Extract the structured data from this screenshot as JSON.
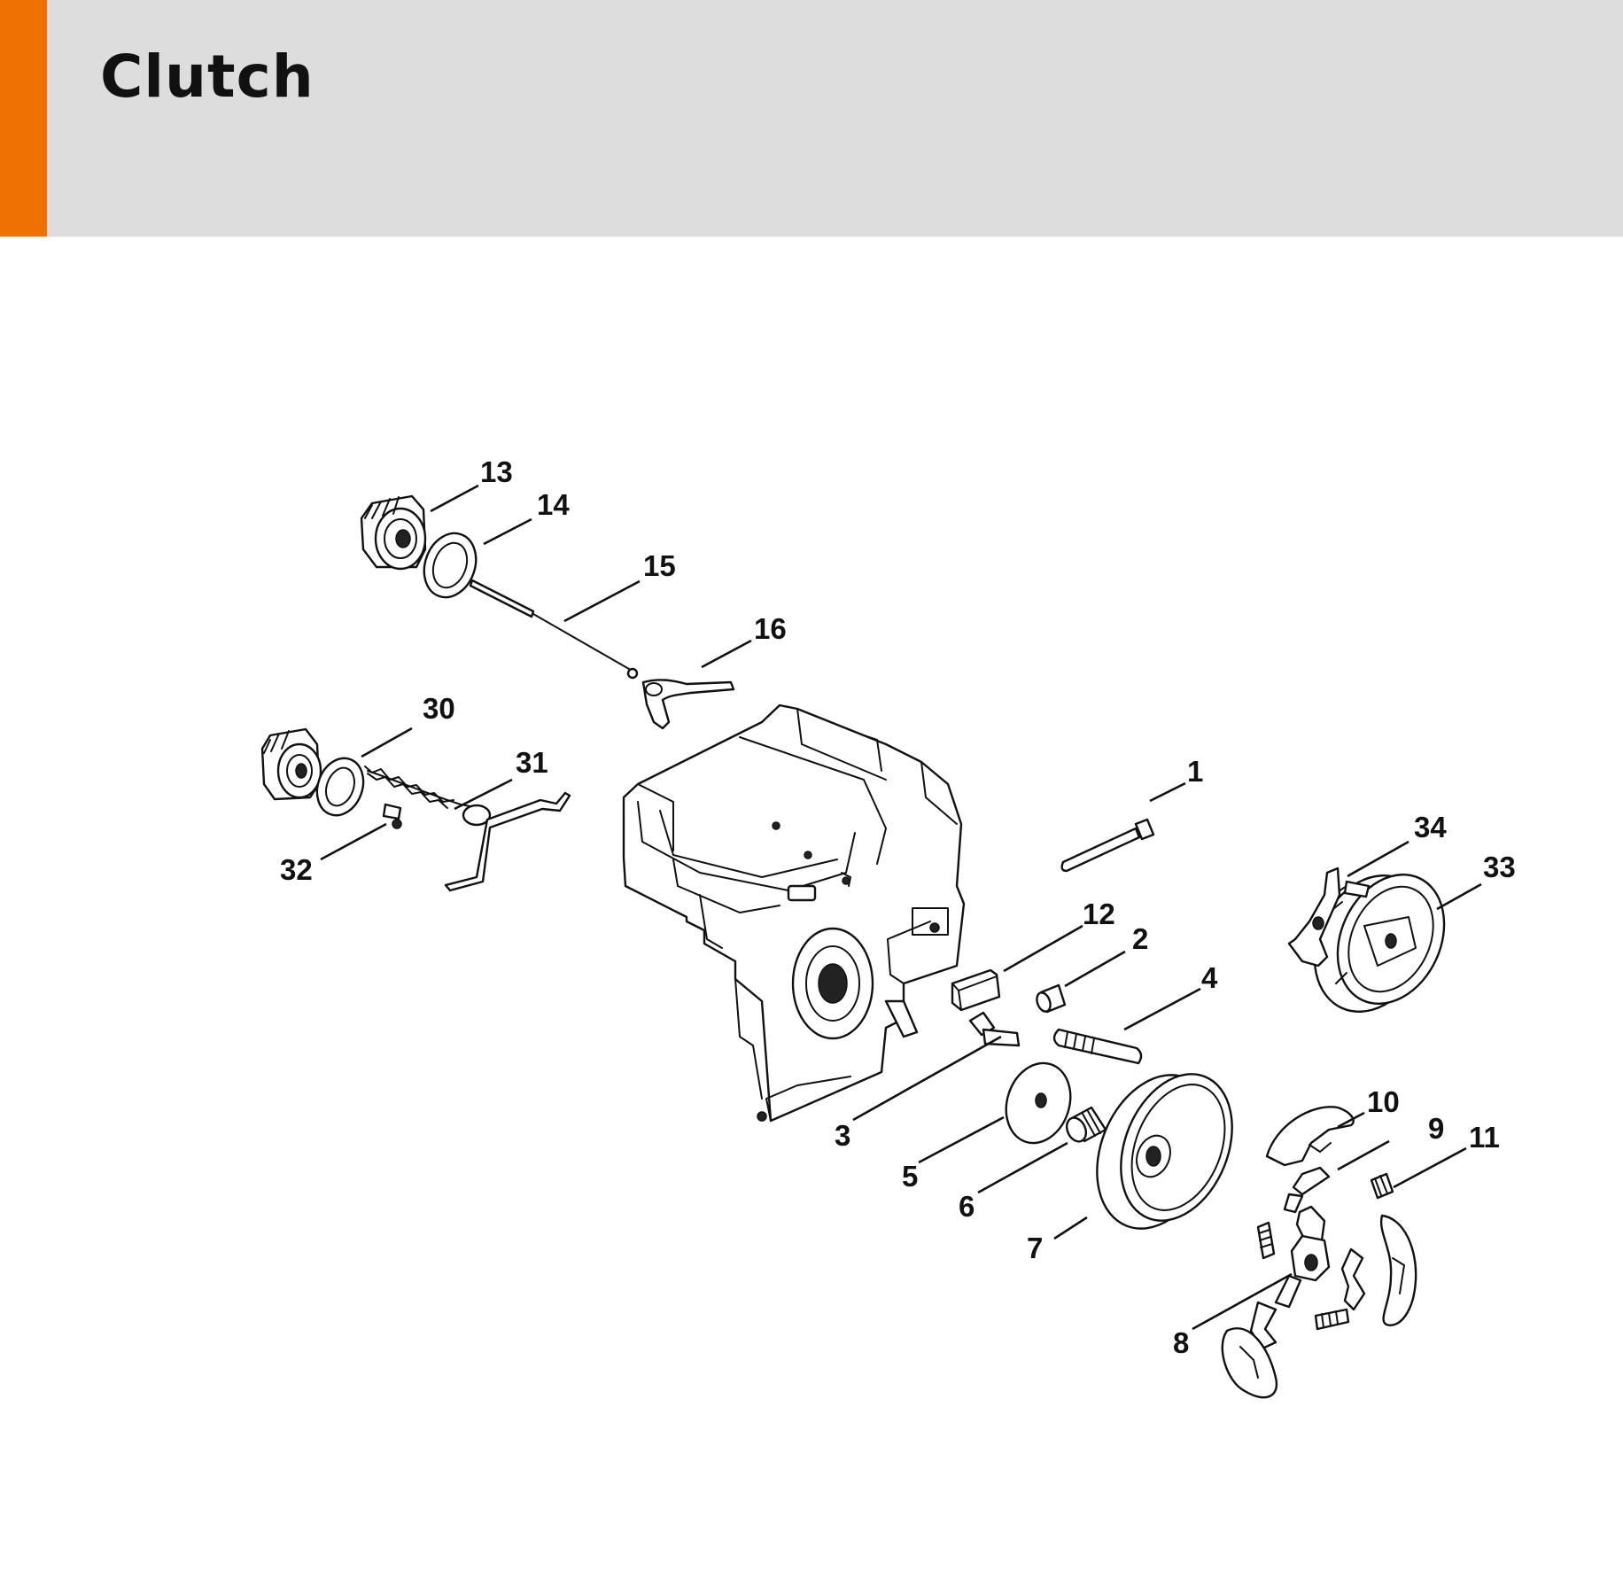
{
  "header": {
    "title": "Clutch",
    "accent_color": "#ee7203",
    "background_color": "#dcdddc"
  },
  "diagram": {
    "callouts": [
      "1",
      "2",
      "3",
      "4",
      "5",
      "6",
      "7",
      "8",
      "9",
      "10",
      "11",
      "12",
      "13",
      "14",
      "15",
      "16",
      "30",
      "31",
      "32",
      "33",
      "34"
    ]
  }
}
